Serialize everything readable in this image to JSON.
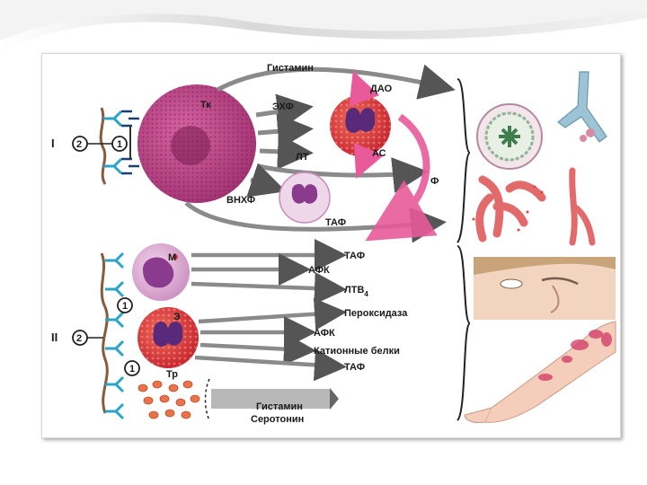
{
  "levels": {
    "one": {
      "roman": "I",
      "receptor_num_outer": "2",
      "receptor_num_inner": "1"
    },
    "two": {
      "roman": "II",
      "receptor_num_outer": "2",
      "receptor_num_inner_a": "1",
      "receptor_num_inner_b": "1"
    }
  },
  "cells": {
    "mast": "Тк",
    "monocyte": "М",
    "eosinophil": "Э",
    "platelet": "Тр"
  },
  "mediators_top": {
    "histamine": "Гистамин",
    "ekhf": "ЭХФ",
    "dao": "ДАО",
    "as": "АС",
    "lt": "ЛТ",
    "f": "Ф",
    "vnkhf": "ВНХФ",
    "taf": "ТАФ"
  },
  "mediators_bottom": {
    "taf1": "ТАФ",
    "afk1": "АФК",
    "ltb": "ЛТВ",
    "ltb_sub": "4",
    "peroxidase": "Пероксидаза",
    "afk2": "АФК",
    "cationic": "Катионные белки",
    "taf2": "ТАФ",
    "histamine": "Гистамин",
    "serotonin": "Серотонин"
  },
  "colors": {
    "mast": "#c0498a",
    "mast_dark": "#8e2a62",
    "eosinophil": "#d8323a",
    "eo_nucleus": "#5a2a7a",
    "monocyte": "#d9a6cf",
    "mono_nucleus": "#8a3b8e",
    "neutrophil": "#e9cfe6",
    "arrow": "#7a7a7a",
    "pink_arrow": "#e85a9a",
    "membrane": "#8b5a3c",
    "receptor": "#2aa5c8",
    "platelet": "#e9734a"
  }
}
